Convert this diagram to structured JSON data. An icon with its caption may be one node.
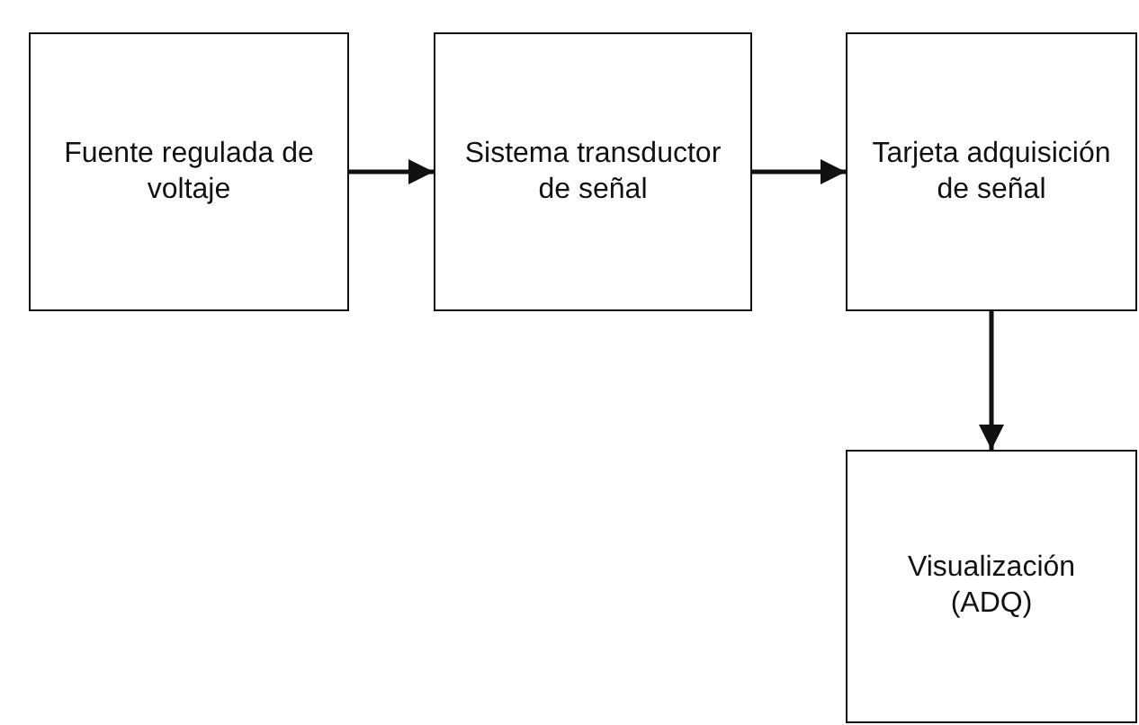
{
  "diagram": {
    "nodes": [
      {
        "text": [
          "Fuente regulada de voltaje"
        ]
      },
      {
        "text": [
          "Sistema transductor de señal"
        ]
      },
      {
        "text": [
          "Tarjeta adquisición de señal"
        ]
      },
      {
        "text": [
          "Visualización (ADQ)"
        ]
      }
    ],
    "edges": [
      {
        "from": 0,
        "to": 1,
        "arrow": "to"
      },
      {
        "from": 1,
        "to": 2,
        "arrow": "to"
      },
      {
        "from": 2,
        "to": 3,
        "arrow": "to"
      }
    ]
  }
}
